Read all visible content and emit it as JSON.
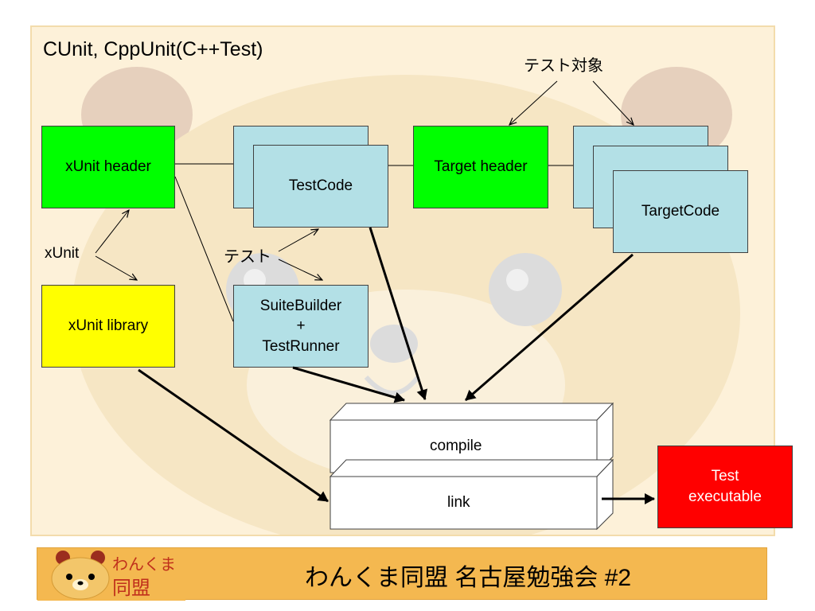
{
  "slide": {
    "title": "CUnit, CppUnit(C++Test)"
  },
  "boxes": {
    "xunit_header": "xUnit header",
    "testcode": "TestCode",
    "target_header": "Target header",
    "targetcode": "TargetCode",
    "xunit_library": "xUnit library",
    "suitebuilder": "SuiteBuilder\n+\nTestRunner",
    "compile": "compile",
    "link": "link",
    "test_executable": "Test\nexecutable"
  },
  "labels": {
    "test_target": "テスト対象",
    "xunit": "xUnit",
    "test": "テスト"
  },
  "footer": {
    "logo_line1": "わんくま",
    "logo_line2": "同盟",
    "title": "わんくま同盟 名古屋勉強会 #2"
  },
  "colors": {
    "header_green": "#00ff00",
    "code_blue": "#b3e0e6",
    "library_yellow": "#ffff00",
    "executable_red": "#ff0000",
    "background_cream": "#fdf1d9",
    "footer_orange": "#f4b850"
  }
}
